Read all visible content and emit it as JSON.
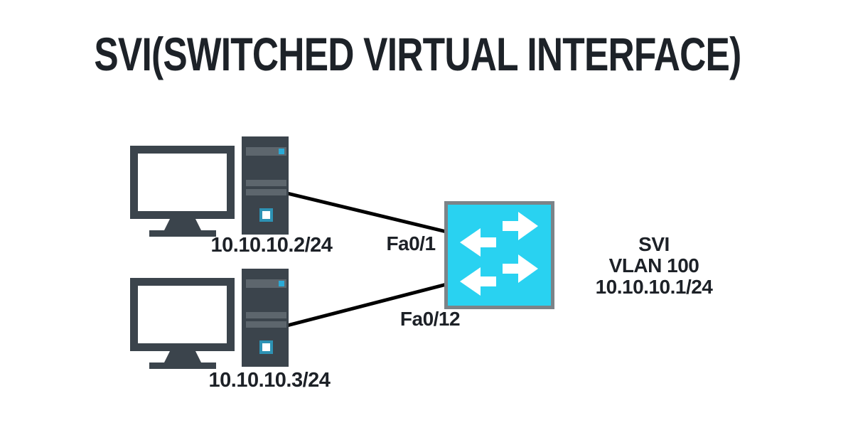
{
  "title": "SVI(SWITCHED VIRTUAL INTERFACE)",
  "colors": {
    "background": "#ffffff",
    "title_text": "#1d2228",
    "label_text": "#1d2127",
    "device_body": "#3b444c",
    "device_slot": "#5d666d",
    "device_accent": "#2baad6",
    "device_port_border": "#2d92b4",
    "switch_fill": "#29d2f1",
    "switch_border": "#7c8388",
    "link_line": "#000000"
  },
  "nodes": {
    "host1": {
      "type": "desktop-computer",
      "ip_label": "10.10.10.2/24"
    },
    "host2": {
      "type": "desktop-computer",
      "ip_label": "10.10.10.3/24"
    },
    "switch": {
      "type": "switch",
      "labels": [
        "SVI",
        "VLAN 100",
        "10.10.10.1/24"
      ]
    }
  },
  "links": [
    {
      "from": "host1",
      "to": "switch",
      "port_label": "Fa0/1"
    },
    {
      "from": "host2",
      "to": "switch",
      "port_label": "Fa0/12"
    }
  ]
}
